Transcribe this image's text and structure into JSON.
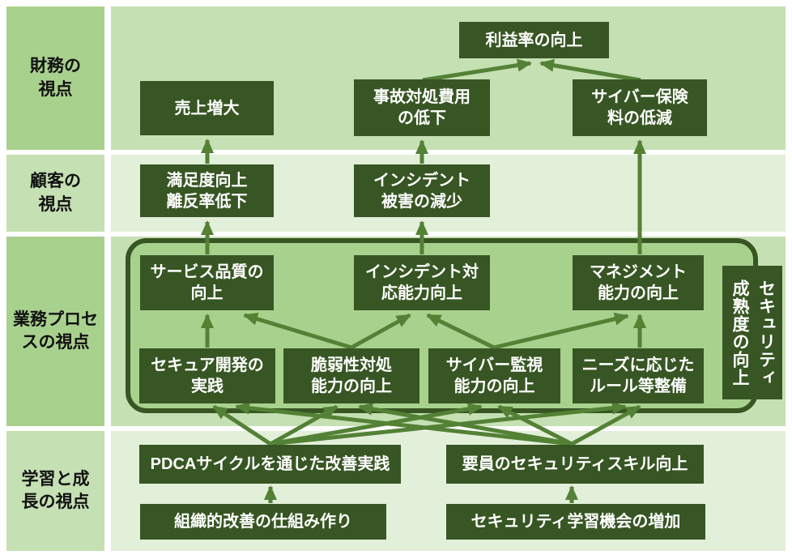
{
  "diagram_type": "balanced-scorecard-strategy-map",
  "colors": {
    "node_fill": "#375623",
    "node_text": "#FFFFFF",
    "arrow": "#538135",
    "frame_border": "#375623",
    "frame_fill": "#A9D18E",
    "band_medium": "#A9D18E",
    "band_light": "#C5E0B3",
    "band_lightest": "#E2EFD9",
    "label_text": "#111111"
  },
  "perspectives": [
    {
      "label": "財務の\n視点"
    },
    {
      "label": "顧客の\n視点"
    },
    {
      "label": "業務プロセ\nスの視点"
    },
    {
      "label": "学習と成\n長の視点"
    }
  ],
  "nodes": {
    "profit": {
      "label": "利益率の向上"
    },
    "sales": {
      "label": "売上増大"
    },
    "incident_cost": {
      "label": "事故対処費用\nの低下"
    },
    "insurance": {
      "label": "サイバー保険\n料の低減"
    },
    "satisfaction": {
      "label": "満足度向上\n離反率低下"
    },
    "incident_damage": {
      "label": "インシデント\n被害の減少"
    },
    "service_quality": {
      "label": "サービス品質の\n向上"
    },
    "incident_response": {
      "label": "インシデント対\n応能力向上"
    },
    "management": {
      "label": "マネジメント\n能力の向上"
    },
    "secure_dev": {
      "label": "セキュア開発の\n実践"
    },
    "vulnerability": {
      "label": "脆弱性対処\n能力の向上"
    },
    "monitoring": {
      "label": "サイバー監視\n能力の向上"
    },
    "rules": {
      "label": "ニーズに応じた\nルール等整備"
    },
    "maturity": {
      "label": "セキュリティ\n成熟度の向上"
    },
    "pdca": {
      "label": "PDCAサイクルを通じた改善実践"
    },
    "skills": {
      "label": "要員のセキュリティスキル向上"
    },
    "org_improvement": {
      "label": "組織的改善の仕組み作り"
    },
    "learning": {
      "label": "セキュリティ学習機会の増加"
    }
  },
  "edges": [
    {
      "from": "org_improvement",
      "to": "pdca"
    },
    {
      "from": "learning",
      "to": "skills"
    },
    {
      "from": "pdca",
      "to": "secure_dev"
    },
    {
      "from": "pdca",
      "to": "vulnerability"
    },
    {
      "from": "pdca",
      "to": "monitoring"
    },
    {
      "from": "pdca",
      "to": "rules"
    },
    {
      "from": "skills",
      "to": "secure_dev"
    },
    {
      "from": "skills",
      "to": "vulnerability"
    },
    {
      "from": "skills",
      "to": "monitoring"
    },
    {
      "from": "skills",
      "to": "rules"
    },
    {
      "from": "secure_dev",
      "to": "service_quality"
    },
    {
      "from": "vulnerability",
      "to": "service_quality"
    },
    {
      "from": "vulnerability",
      "to": "incident_response"
    },
    {
      "from": "monitoring",
      "to": "incident_response"
    },
    {
      "from": "monitoring",
      "to": "management"
    },
    {
      "from": "rules",
      "to": "management"
    },
    {
      "from": "service_quality",
      "to": "satisfaction"
    },
    {
      "from": "incident_response",
      "to": "incident_damage"
    },
    {
      "from": "management",
      "to": "insurance"
    },
    {
      "from": "satisfaction",
      "to": "sales"
    },
    {
      "from": "incident_damage",
      "to": "incident_cost"
    },
    {
      "from": "incident_cost",
      "to": "profit"
    },
    {
      "from": "insurance",
      "to": "profit"
    }
  ]
}
